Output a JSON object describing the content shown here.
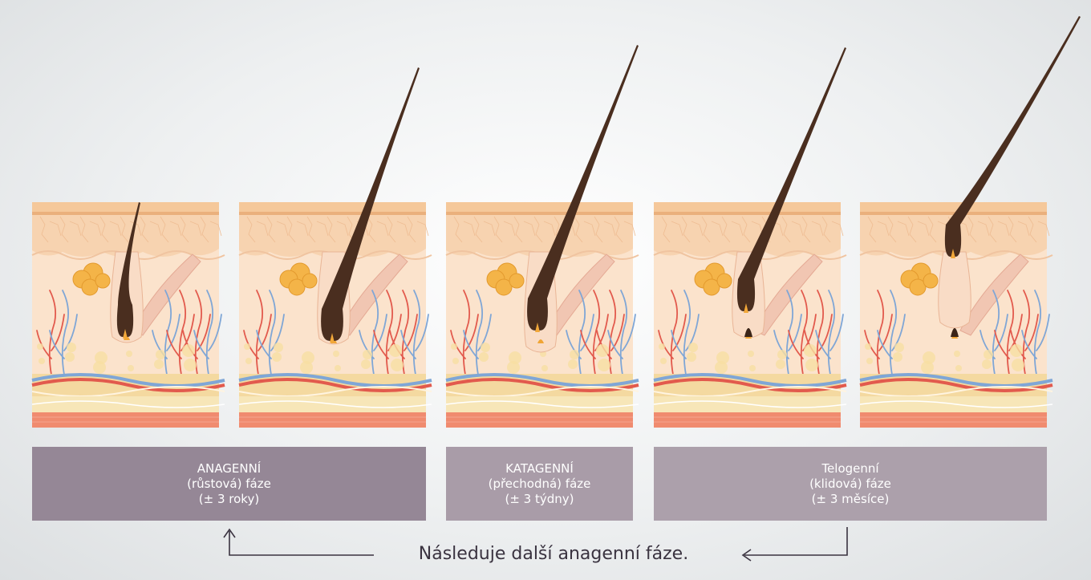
{
  "phases": [
    {
      "lines": [
        "ANAGENNÍ",
        "(růstová) fáze",
        "(± 3 roky)"
      ],
      "color": "#958796"
    },
    {
      "lines": [
        "KATAGENNÍ",
        "(přechodná) fáze",
        "(± 3 týdny)"
      ],
      "color": "#a99ca8"
    },
    {
      "lines": [
        "Telogenní",
        "(klidová) fáze",
        "(± 3 měsíce)"
      ],
      "color": "#aca0ab"
    }
  ],
  "cycle_text": "Následuje další anagenní fáze.",
  "colors": {
    "hair": "#4a2e1f",
    "epidermis": "#f7d3b0",
    "dermis": "#fbe3cc",
    "fat": "#f7dfa3",
    "muscle": "#f08b6f",
    "artery": "#e25a4d",
    "vein": "#7fa6d6"
  }
}
